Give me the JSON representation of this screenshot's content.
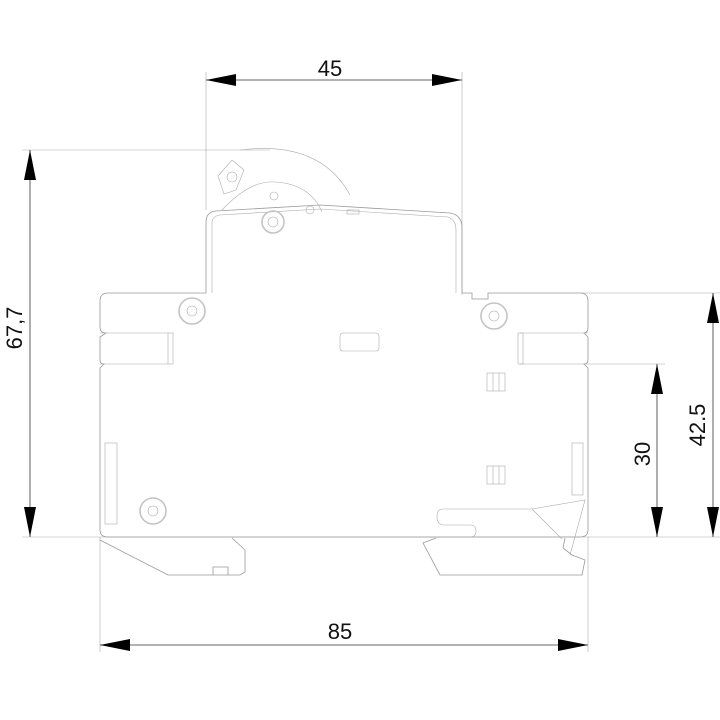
{
  "drawing": {
    "dimensions": {
      "top_width": "45",
      "overall_height": "67,7",
      "body_height": "42.5",
      "lower_height": "30",
      "overall_width": "85"
    }
  }
}
